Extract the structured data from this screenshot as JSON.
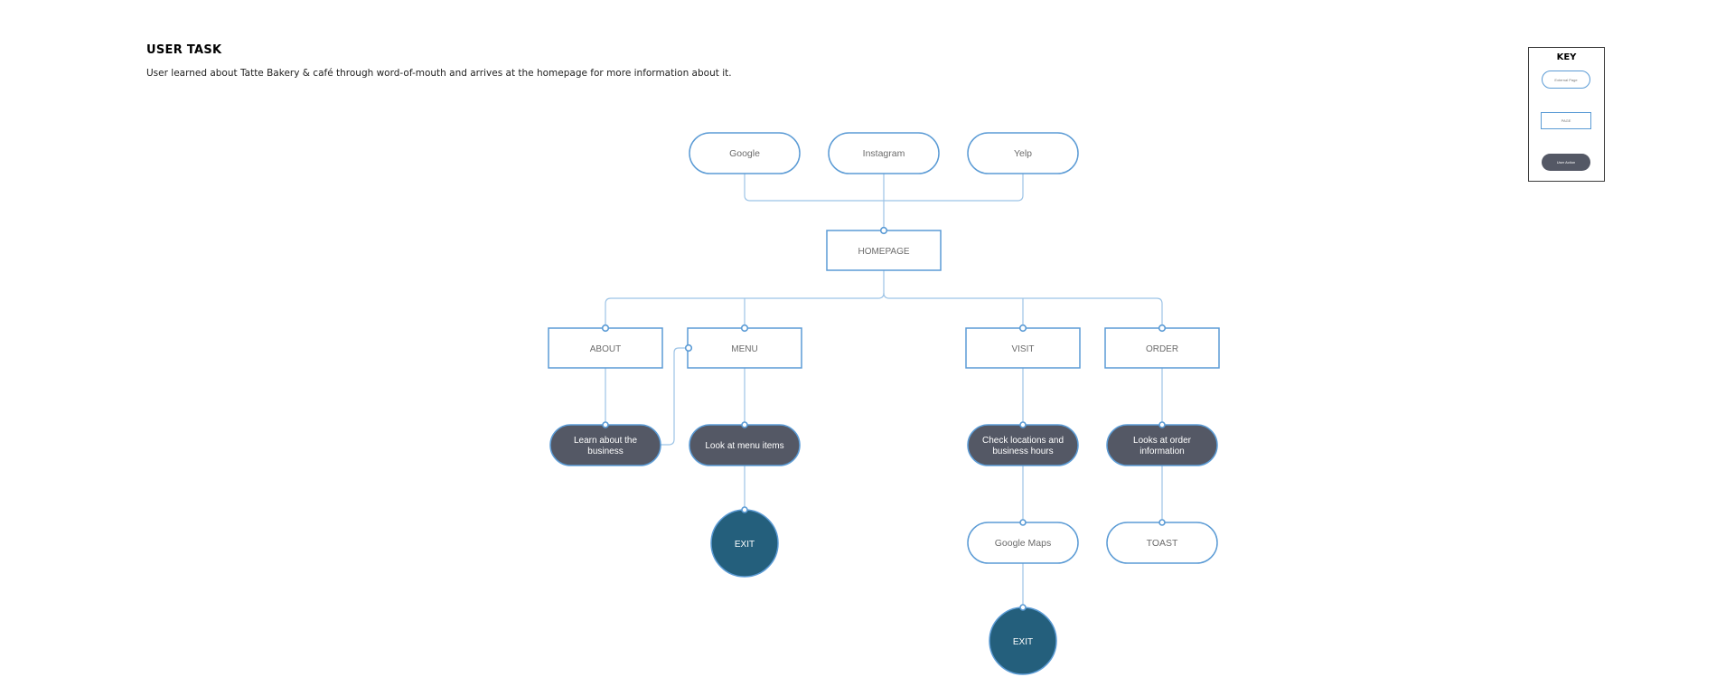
{
  "header": {
    "title": "USER TASK",
    "description": "User learned about Tatte Bakery & café through word-of-mouth and arrives at the homepage for more information about it."
  },
  "key": {
    "title": "KEY",
    "external_page": "External Page",
    "page": "PAGE",
    "user_action": "User Action"
  },
  "nodes": {
    "google": "Google",
    "instagram": "Instagram",
    "yelp": "Yelp",
    "homepage": "HOMEPAGE",
    "about": "ABOUT",
    "menu": "MENU",
    "visit": "VISIT",
    "order": "ORDER",
    "learn_line1": "Learn about the",
    "learn_line2": "business",
    "look_menu": "Look at menu items",
    "check_line1": "Check locations and",
    "check_line2": "business hours",
    "order_line1": "Looks at order",
    "order_line2": "information",
    "exit_menu": "EXIT",
    "google_maps": "Google Maps",
    "toast": "TOAST",
    "exit_visit": "EXIT"
  },
  "colors": {
    "connector": "#9cc3e6",
    "outline": "#5b9bd5",
    "action_fill": "#545865",
    "exit_fill": "#245f7c"
  }
}
